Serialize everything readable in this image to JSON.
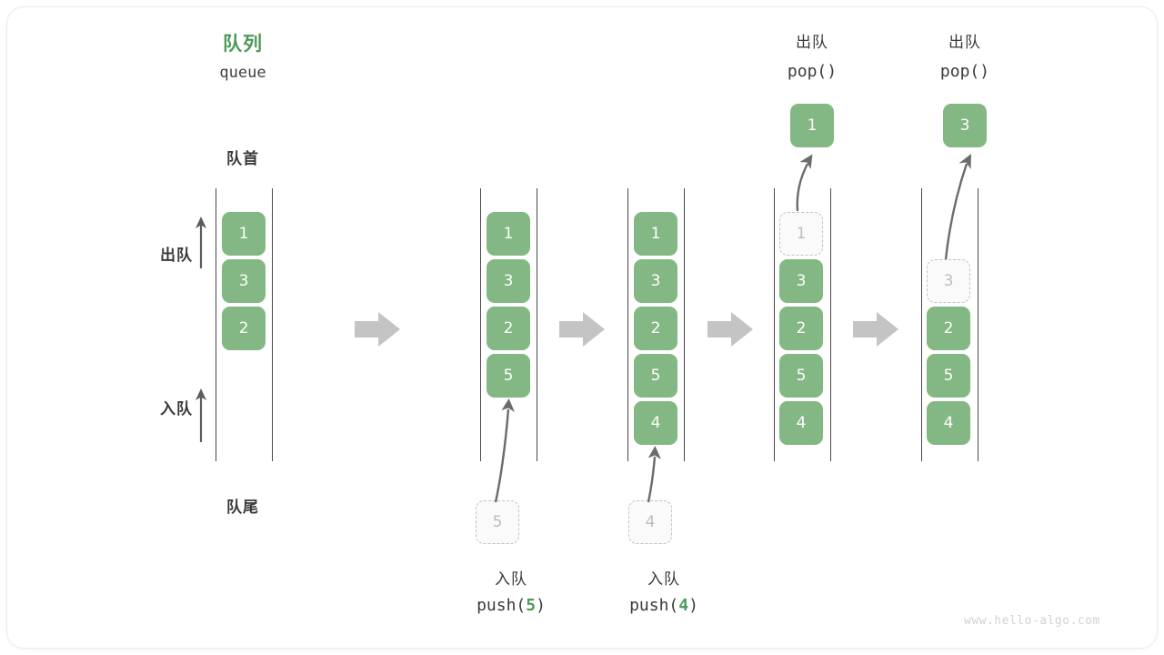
{
  "diagram": {
    "title_cn": "队列",
    "title_en": "queue",
    "head_label": "队首",
    "tail_label": "队尾",
    "pop_label": "出队",
    "push_label": "入队",
    "watermark": "www.hello-algo.com",
    "colors": {
      "element_green": "#83b783",
      "title_green": "#4e9a5a",
      "ghost_border": "#c2c2c2",
      "ghost_text": "#bdbdbd",
      "rail": "#4a4a4a",
      "arrow_gray": "#6b6b6b",
      "step_arrow_gray": "#c4c4c4",
      "text_dark": "#3a3a3a",
      "watermark_gray": "#d2d2d2"
    }
  },
  "columns": [
    {
      "id": "initial",
      "elements": [
        "1",
        "3",
        "2"
      ],
      "ghost_slot": null,
      "ghost_value": null,
      "popped_value": null,
      "caption_cn": null,
      "caption_code": null,
      "incoming_value": null
    },
    {
      "id": "after-push-5",
      "elements": [
        "1",
        "3",
        "2",
        "5"
      ],
      "ghost_slot": null,
      "ghost_value": null,
      "popped_value": null,
      "caption_cn": "入队",
      "caption_code": "push(5)",
      "caption_code_prefix": "push(",
      "caption_code_arg": "5",
      "caption_code_suffix": ")",
      "incoming_value": "5"
    },
    {
      "id": "after-push-4",
      "elements": [
        "1",
        "3",
        "2",
        "5",
        "4"
      ],
      "ghost_slot": null,
      "ghost_value": null,
      "popped_value": null,
      "caption_cn": "入队",
      "caption_code": "push(4)",
      "caption_code_prefix": "push(",
      "caption_code_arg": "4",
      "caption_code_suffix": ")",
      "incoming_value": "4"
    },
    {
      "id": "pop-1",
      "elements": [
        "3",
        "2",
        "5",
        "4"
      ],
      "ghost_slot": 0,
      "ghost_value": "1",
      "popped_value": "1",
      "header_cn": "出队",
      "header_code": "pop()",
      "incoming_value": null
    },
    {
      "id": "pop-3",
      "elements": [
        "2",
        "5",
        "4"
      ],
      "ghost_slot": 1,
      "ghost_value": "3",
      "popped_value": "3",
      "header_cn": "出队",
      "header_code": "pop()",
      "incoming_value": null
    }
  ],
  "step_arrows": 4
}
